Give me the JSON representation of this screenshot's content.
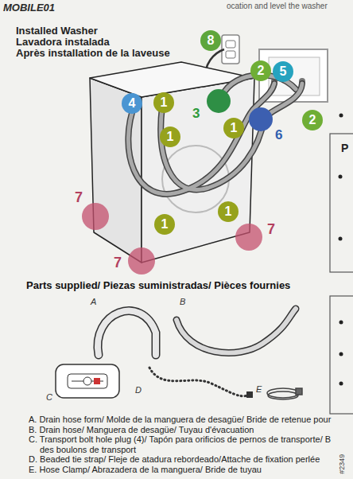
{
  "diagram": {
    "title": "Installed Washer",
    "nodes": [
      {
        "text": [
          "8"
        ]
      },
      {
        "text": [
          "2"
        ]
      },
      {
        "text": [
          "5"
        ]
      },
      {
        "text": [
          "4"
        ]
      },
      {
        "text": [
          "1"
        ]
      },
      {
        "text": [
          "2"
        ]
      },
      {
        "text": [
          "1"
        ]
      },
      {
        "text": [
          "1"
        ]
      },
      {
        "text": [
          "1"
        ]
      },
      {
        "text": [
          "1"
        ]
      }
    ],
    "labels": [
      "MOBILE01",
      "Lavadora instalada",
      "Après installation de la laveuse",
      "ocation and level the washer",
      "3",
      "6",
      "7",
      "7",
      "7",
      "P",
      "Parts supplied/ Piezas suministradas/ Pièces fournies",
      "A",
      "B",
      "C",
      "D",
      "E",
      "A. Drain hose form/ Molde de la manguera de desagüe/ Bride de retenue pour",
      "B. Drain hose/ Manguera de desagüe/ Tuyau d'évacuation",
      "C. Transport bolt hole plug (4)/ Tapón para orificios de pernos de transporte/ B",
      "des boulons de transport",
      "D. Beaded tie strap/ Fleje de atadura rebordeado/Attache de fixation perlée",
      "E. Hose Clamp/ Abrazadera de la manguera/ Bride de tuyau",
      "#2349"
    ]
  }
}
